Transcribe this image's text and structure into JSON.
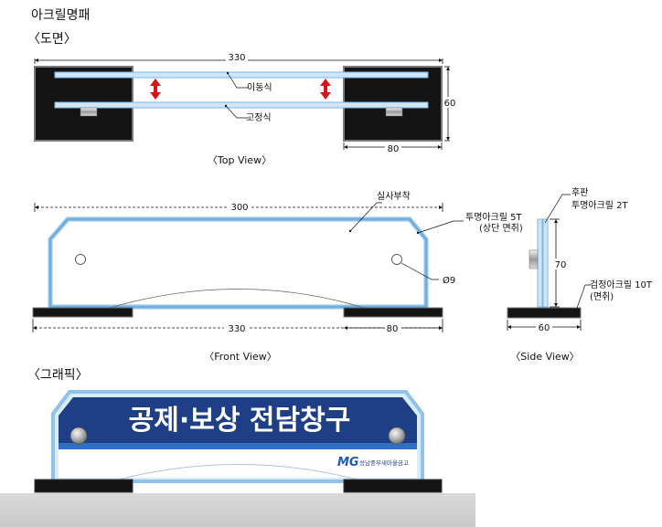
{
  "product_title": "아크릴명패",
  "sections": {
    "drawing": "〈도면〉",
    "graphic": "〈그래픽〉"
  },
  "top_view": {
    "caption": "〈Top View〉",
    "dim_total_width": "330",
    "dim_depth": "60",
    "dim_base": "80",
    "label_movable": "이동식",
    "label_fixed": "고정식"
  },
  "front_view": {
    "caption": "〈Front View〉",
    "dim_top_width": "300",
    "dim_total_width": "330",
    "dim_base": "80",
    "label_sheet": "실사부착",
    "label_acrylic_line1": "투명아크릴 5T",
    "label_acrylic_line2": "(상단 면취)",
    "label_hole": "Ø9"
  },
  "side_view": {
    "caption": "〈Side View〉",
    "label_back_line1": "후판",
    "label_back_line2": "투명아크릴 2T",
    "dim_height": "70",
    "label_base_line1": "검정아크릴 10T",
    "label_base_line2": "(면취)",
    "dim_base": "60"
  },
  "graphic": {
    "headline": "공제·보상 전담창구",
    "logo_mark": "MG",
    "logo_text": "성남중부새마을금고",
    "colors": {
      "navy": "#1e3f86",
      "blue_band": "#2f6fc4",
      "acrylic_edge": "#8fc3ec",
      "base_black": "#141414"
    }
  }
}
